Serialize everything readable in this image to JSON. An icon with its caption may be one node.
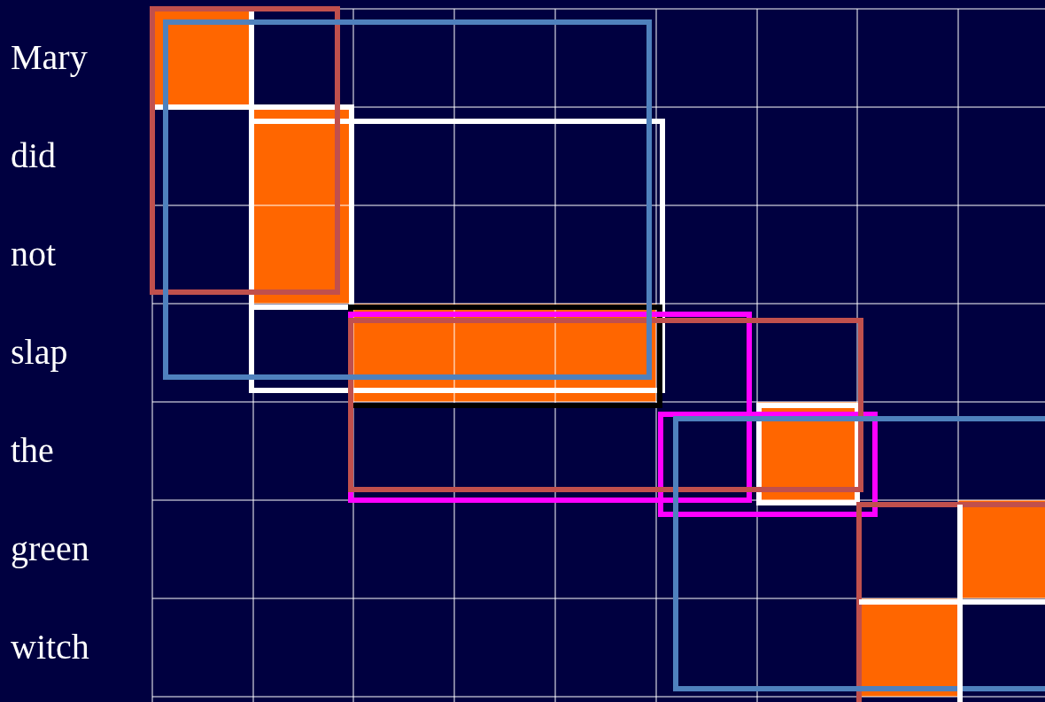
{
  "diagram": {
    "labels": [
      "Mary",
      "did",
      "not",
      "slap",
      "the",
      "green",
      "witch"
    ]
  }
}
